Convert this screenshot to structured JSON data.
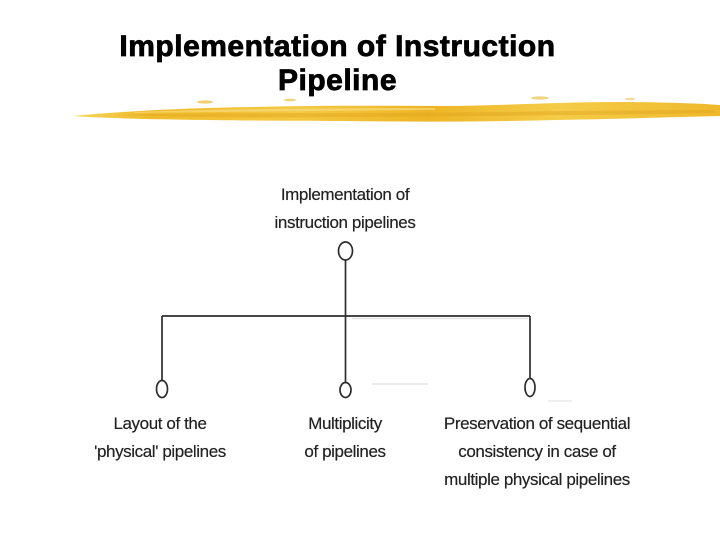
{
  "slide": {
    "title": {
      "line1": "Implementation of Instruction",
      "line2": "Pipeline"
    },
    "accent_gold": "#EFBB2C",
    "accent_gold_light": "#F6D45C",
    "accent_gold_dark": "#DFA51F",
    "line_color": "#2d2d2d",
    "text_color": "#222222"
  },
  "diagram": {
    "root": {
      "lines": [
        "Implementation of",
        "instruction pipelines"
      ]
    },
    "children": [
      {
        "lines": [
          "Layout of the",
          "'physical' pipelines"
        ]
      },
      {
        "lines": [
          "Multiplicity",
          "of pipelines"
        ]
      },
      {
        "lines": [
          "Preservation of sequential",
          "consistency in case of",
          "multiple physical pipelines"
        ]
      }
    ]
  }
}
